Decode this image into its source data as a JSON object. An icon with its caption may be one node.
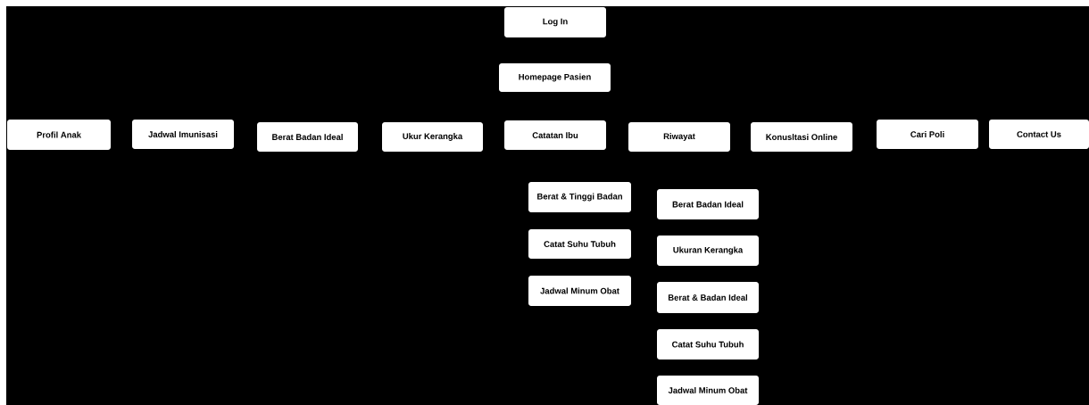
{
  "diagram": {
    "nodes": [
      {
        "text": [
          "Log In"
        ]
      },
      {
        "text": [
          "Homepage Pasien"
        ]
      },
      {
        "text": [
          "Profil Anak"
        ]
      },
      {
        "text": [
          "Jadwal Imunisasi"
        ]
      },
      {
        "text": [
          "Berat Badan Ideal"
        ]
      },
      {
        "text": [
          "Ukur Kerangka"
        ]
      },
      {
        "text": [
          "Catatan Ibu"
        ]
      },
      {
        "text": [
          "Riwayat"
        ]
      },
      {
        "text": [
          "Konusltasi Online"
        ]
      },
      {
        "text": [
          "Cari Poli"
        ]
      },
      {
        "text": [
          "Contact Us"
        ]
      },
      {
        "text": [
          "Berat & Tinggi Badan"
        ]
      },
      {
        "text": [
          "Catat Suhu Tubuh"
        ]
      },
      {
        "text": [
          "Jadwal Minum Obat"
        ]
      },
      {
        "text": [
          "Berat Badan Ideal"
        ]
      },
      {
        "text": [
          "Ukuran Kerangka"
        ]
      },
      {
        "text": [
          "Berat & Badan Ideal"
        ]
      },
      {
        "text": [
          "Catat Suhu Tubuh"
        ]
      },
      {
        "text": [
          "Jadwal Minum Obat"
        ]
      }
    ]
  }
}
